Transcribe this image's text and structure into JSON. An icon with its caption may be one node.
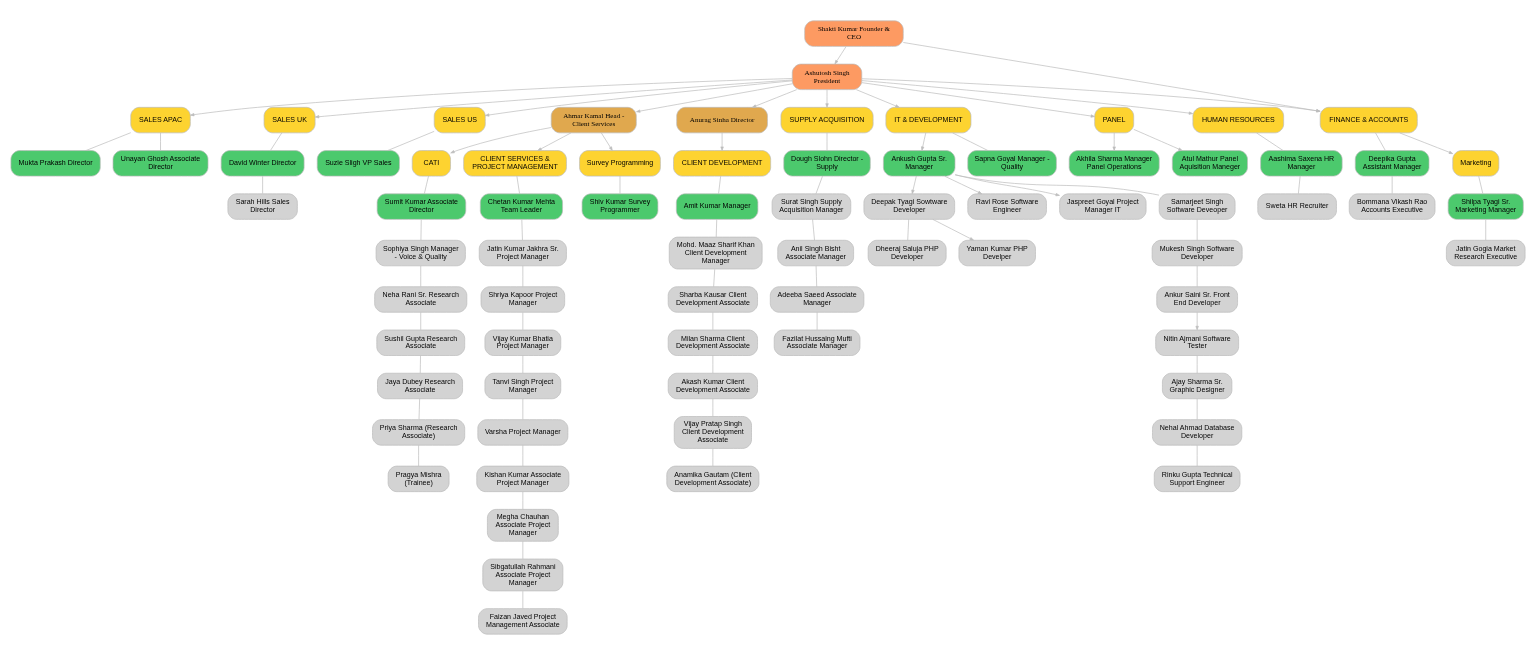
{
  "diagram": {
    "nodes": [
      {
        "text": [
          "Shakti Kumar Founder & CEO"
        ]
      },
      {
        "text": [
          "Ashutosh Singh President"
        ]
      },
      {
        "text": [
          "SALES APAC"
        ]
      },
      {
        "text": [
          "Mukta Prakash Director"
        ]
      },
      {
        "text": [
          "Unayan Ghosh Associate Director"
        ]
      },
      {
        "text": [
          "SALES UK"
        ]
      },
      {
        "text": [
          "David Winter Director"
        ]
      },
      {
        "text": [
          "Sarah Hills Sales Director"
        ]
      },
      {
        "text": [
          "SALES US"
        ]
      },
      {
        "text": [
          "Suzie Sligh VP Sales"
        ]
      },
      {
        "text": [
          "Ahmar Kamal Head - Client Services"
        ]
      },
      {
        "text": [
          "CATI"
        ]
      },
      {
        "text": [
          "Sumit Kumar Associate Director"
        ]
      },
      {
        "text": [
          "Sophiya Singh Manager - Voice & Quality"
        ]
      },
      {
        "text": [
          "Neha Rani Sr. Research Associate"
        ]
      },
      {
        "text": [
          "Sushil Gupta Research Associate"
        ]
      },
      {
        "text": [
          "Jaya Dubey Research Associate"
        ]
      },
      {
        "text": [
          "Priya Sharma (Research Associate)"
        ]
      },
      {
        "text": [
          "Pragya Mishra (Trainee)"
        ]
      },
      {
        "text": [
          "CLIENT SERVICES & PROJECT MANAGEMENT"
        ]
      },
      {
        "text": [
          "Chetan Kumar Mehta Team Leader"
        ]
      },
      {
        "text": [
          "Jatin Kumar Jakhra Sr. Project Manager"
        ]
      },
      {
        "text": [
          "Shriya Kapoor Project Manager"
        ]
      },
      {
        "text": [
          "Vijay Kumar Bhatia Project Manager"
        ]
      },
      {
        "text": [
          "Tanvi Singh Project Manager"
        ]
      },
      {
        "text": [
          "Varsha Project Manager"
        ]
      },
      {
        "text": [
          "Kishan Kumar Associate Project Manager"
        ]
      },
      {
        "text": [
          "Megha Chauhan Associate Project Manager"
        ]
      },
      {
        "text": [
          "Sibgatullah Rahmani Associate Project Manager"
        ]
      },
      {
        "text": [
          "Faizan Javed Project Management Associate"
        ]
      },
      {
        "text": [
          "Survey Programming"
        ]
      },
      {
        "text": [
          "Shiv Kumar Survey Programmer"
        ]
      },
      {
        "text": [
          "Anurag Sinha Director"
        ]
      },
      {
        "text": [
          "CLIENT DEVELOPMENT"
        ]
      },
      {
        "text": [
          "Amit Kumar Manager"
        ]
      },
      {
        "text": [
          "Mohd. Maaz Sharif Khan Client Development Manager"
        ]
      },
      {
        "text": [
          "Sharba Kausar Client Development Associate"
        ]
      },
      {
        "text": [
          "Milan Sharma Client Development Associate"
        ]
      },
      {
        "text": [
          "Akash Kumar Client Development Associate"
        ]
      },
      {
        "text": [
          "Vijay Pratap Singh Client Development Associate"
        ]
      },
      {
        "text": [
          "Anamika Gautam (Client Development Associate)"
        ]
      },
      {
        "text": [
          "SUPPLY ACQUISITION"
        ]
      },
      {
        "text": [
          "Dough Slohn Director - Supply"
        ]
      },
      {
        "text": [
          "Surat Singh Supply Acquisition Manager"
        ]
      },
      {
        "text": [
          "Anil Singh Bisht Associate Manager"
        ]
      },
      {
        "text": [
          "Adeeba Saeed Associate Manager"
        ]
      },
      {
        "text": [
          "Fazilat Hussaing Mufti Associate Manager"
        ]
      },
      {
        "text": [
          "IT & DEVELOPMENT"
        ]
      },
      {
        "text": [
          "Ankush Gupta Sr. Manager"
        ]
      },
      {
        "text": [
          "Sapna Goyal Manager - Quality"
        ]
      },
      {
        "text": [
          "Deepak Tyagi Sowtware Developer"
        ]
      },
      {
        "text": [
          "Ravi Rose Software Engineer"
        ]
      },
      {
        "text": [
          "Jaspreet Goyal Project Manager IT"
        ]
      },
      {
        "text": [
          "Dheeraj Saluja PHP Developer"
        ]
      },
      {
        "text": [
          "Yaman Kumar PHP Develper"
        ]
      },
      {
        "text": [
          "Samarjeet Singh Software Deveoper"
        ]
      },
      {
        "text": [
          "Mukesh Singh Software Developer"
        ]
      },
      {
        "text": [
          "Ankur Saini Sr. Front End Developer"
        ]
      },
      {
        "text": [
          "Nitin Ajmani Software Tester"
        ]
      },
      {
        "text": [
          "Ajay Sharma Sr. Graphic Designer"
        ]
      },
      {
        "text": [
          "Nehal Ahmad Database Developer"
        ]
      },
      {
        "text": [
          "Rinku Gupta Technical Support Engineer"
        ]
      },
      {
        "text": [
          "PANEL"
        ]
      },
      {
        "text": [
          "Akhila Sharma Manager Panel Operations"
        ]
      },
      {
        "text": [
          "Atul Mathur Panel Aquisition Maneger"
        ]
      },
      {
        "text": [
          "HUMAN RESOURCES"
        ]
      },
      {
        "text": [
          "Aashima Saxena HR Manager"
        ]
      },
      {
        "text": [
          "Sweta HR Recruiter"
        ]
      },
      {
        "text": [
          "FINANCE & ACCOUNTS"
        ]
      },
      {
        "text": [
          "Deepika Gupta Assistant Manager"
        ]
      },
      {
        "text": [
          "Bommana Vikash Rao Accounts Executive"
        ]
      },
      {
        "text": [
          "Marketing"
        ]
      },
      {
        "text": [
          "Shilpa Tyagi Sr. Marketing Manager"
        ]
      },
      {
        "text": [
          "Jatin Gogia Market Research Executive"
        ]
      }
    ],
    "edges": [
      {
        "from": 0,
        "to": 1,
        "arrow": "to"
      },
      {
        "from": 0,
        "to": 68,
        "arrow": "to"
      },
      {
        "from": 1,
        "to": 2,
        "arrow": "to"
      },
      {
        "from": 1,
        "to": 5,
        "arrow": "to"
      },
      {
        "from": 1,
        "to": 8,
        "arrow": "to"
      },
      {
        "from": 1,
        "to": 10,
        "arrow": "to"
      },
      {
        "from": 1,
        "to": 32,
        "arrow": "to"
      },
      {
        "from": 1,
        "to": 41,
        "arrow": "to"
      },
      {
        "from": 1,
        "to": 47,
        "arrow": "to"
      },
      {
        "from": 1,
        "to": 62,
        "arrow": "to"
      },
      {
        "from": 1,
        "to": 65,
        "arrow": "to"
      },
      {
        "from": 1,
        "to": 68,
        "arrow": "to"
      },
      {
        "from": 2,
        "to": 3,
        "arrow": "none"
      },
      {
        "from": 2,
        "to": 4,
        "arrow": "none"
      },
      {
        "from": 5,
        "to": 6,
        "arrow": "none"
      },
      {
        "from": 6,
        "to": 7,
        "arrow": "none"
      },
      {
        "from": 8,
        "to": 9,
        "arrow": "none"
      },
      {
        "from": 10,
        "to": 11,
        "arrow": "to"
      },
      {
        "from": 10,
        "to": 19,
        "arrow": "to"
      },
      {
        "from": 10,
        "to": 30,
        "arrow": "to"
      },
      {
        "from": 11,
        "to": 12,
        "arrow": "none"
      },
      {
        "from": 12,
        "to": 13,
        "arrow": "none"
      },
      {
        "from": 13,
        "to": 14,
        "arrow": "none"
      },
      {
        "from": 14,
        "to": 15,
        "arrow": "none"
      },
      {
        "from": 15,
        "to": 16,
        "arrow": "none"
      },
      {
        "from": 16,
        "to": 17,
        "arrow": "none"
      },
      {
        "from": 17,
        "to": 18,
        "arrow": "none"
      },
      {
        "from": 19,
        "to": 20,
        "arrow": "none"
      },
      {
        "from": 20,
        "to": 21,
        "arrow": "none"
      },
      {
        "from": 21,
        "to": 22,
        "arrow": "none"
      },
      {
        "from": 22,
        "to": 23,
        "arrow": "none"
      },
      {
        "from": 23,
        "to": 24,
        "arrow": "none"
      },
      {
        "from": 24,
        "to": 25,
        "arrow": "none"
      },
      {
        "from": 25,
        "to": 26,
        "arrow": "none"
      },
      {
        "from": 26,
        "to": 27,
        "arrow": "none"
      },
      {
        "from": 27,
        "to": 28,
        "arrow": "none"
      },
      {
        "from": 28,
        "to": 29,
        "arrow": "none"
      },
      {
        "from": 30,
        "to": 31,
        "arrow": "none"
      },
      {
        "from": 32,
        "to": 33,
        "arrow": "to"
      },
      {
        "from": 33,
        "to": 34,
        "arrow": "none"
      },
      {
        "from": 34,
        "to": 35,
        "arrow": "none"
      },
      {
        "from": 35,
        "to": 36,
        "arrow": "none"
      },
      {
        "from": 36,
        "to": 37,
        "arrow": "none"
      },
      {
        "from": 37,
        "to": 38,
        "arrow": "none"
      },
      {
        "from": 38,
        "to": 39,
        "arrow": "none"
      },
      {
        "from": 39,
        "to": 40,
        "arrow": "none"
      },
      {
        "from": 41,
        "to": 42,
        "arrow": "none"
      },
      {
        "from": 42,
        "to": 43,
        "arrow": "none"
      },
      {
        "from": 43,
        "to": 44,
        "arrow": "none"
      },
      {
        "from": 44,
        "to": 45,
        "arrow": "none"
      },
      {
        "from": 45,
        "to": 46,
        "arrow": "none"
      },
      {
        "from": 47,
        "to": 48,
        "arrow": "to"
      },
      {
        "from": 47,
        "to": 49,
        "arrow": "none"
      },
      {
        "from": 48,
        "to": 50,
        "arrow": "to"
      },
      {
        "from": 48,
        "to": 51,
        "arrow": "to"
      },
      {
        "from": 48,
        "to": 52,
        "arrow": "to"
      },
      {
        "from": 50,
        "to": 53,
        "arrow": "none"
      },
      {
        "from": 50,
        "to": 54,
        "arrow": "to"
      },
      {
        "from": 48,
        "to": 55,
        "arrow": "none"
      },
      {
        "from": 55,
        "to": 56,
        "arrow": "none"
      },
      {
        "from": 56,
        "to": 57,
        "arrow": "none"
      },
      {
        "from": 57,
        "to": 58,
        "arrow": "to"
      },
      {
        "from": 58,
        "to": 59,
        "arrow": "none"
      },
      {
        "from": 59,
        "to": 60,
        "arrow": "none"
      },
      {
        "from": 60,
        "to": 61,
        "arrow": "none"
      },
      {
        "from": 62,
        "to": 63,
        "arrow": "to"
      },
      {
        "from": 62,
        "to": 64,
        "arrow": "to"
      },
      {
        "from": 65,
        "to": 66,
        "arrow": "none"
      },
      {
        "from": 66,
        "to": 67,
        "arrow": "none"
      },
      {
        "from": 68,
        "to": 69,
        "arrow": "none"
      },
      {
        "from": 69,
        "to": 70,
        "arrow": "none"
      },
      {
        "from": 68,
        "to": 71,
        "arrow": "to"
      },
      {
        "from": 71,
        "to": 72,
        "arrow": "none"
      },
      {
        "from": 72,
        "to": 73,
        "arrow": "none"
      }
    ]
  }
}
